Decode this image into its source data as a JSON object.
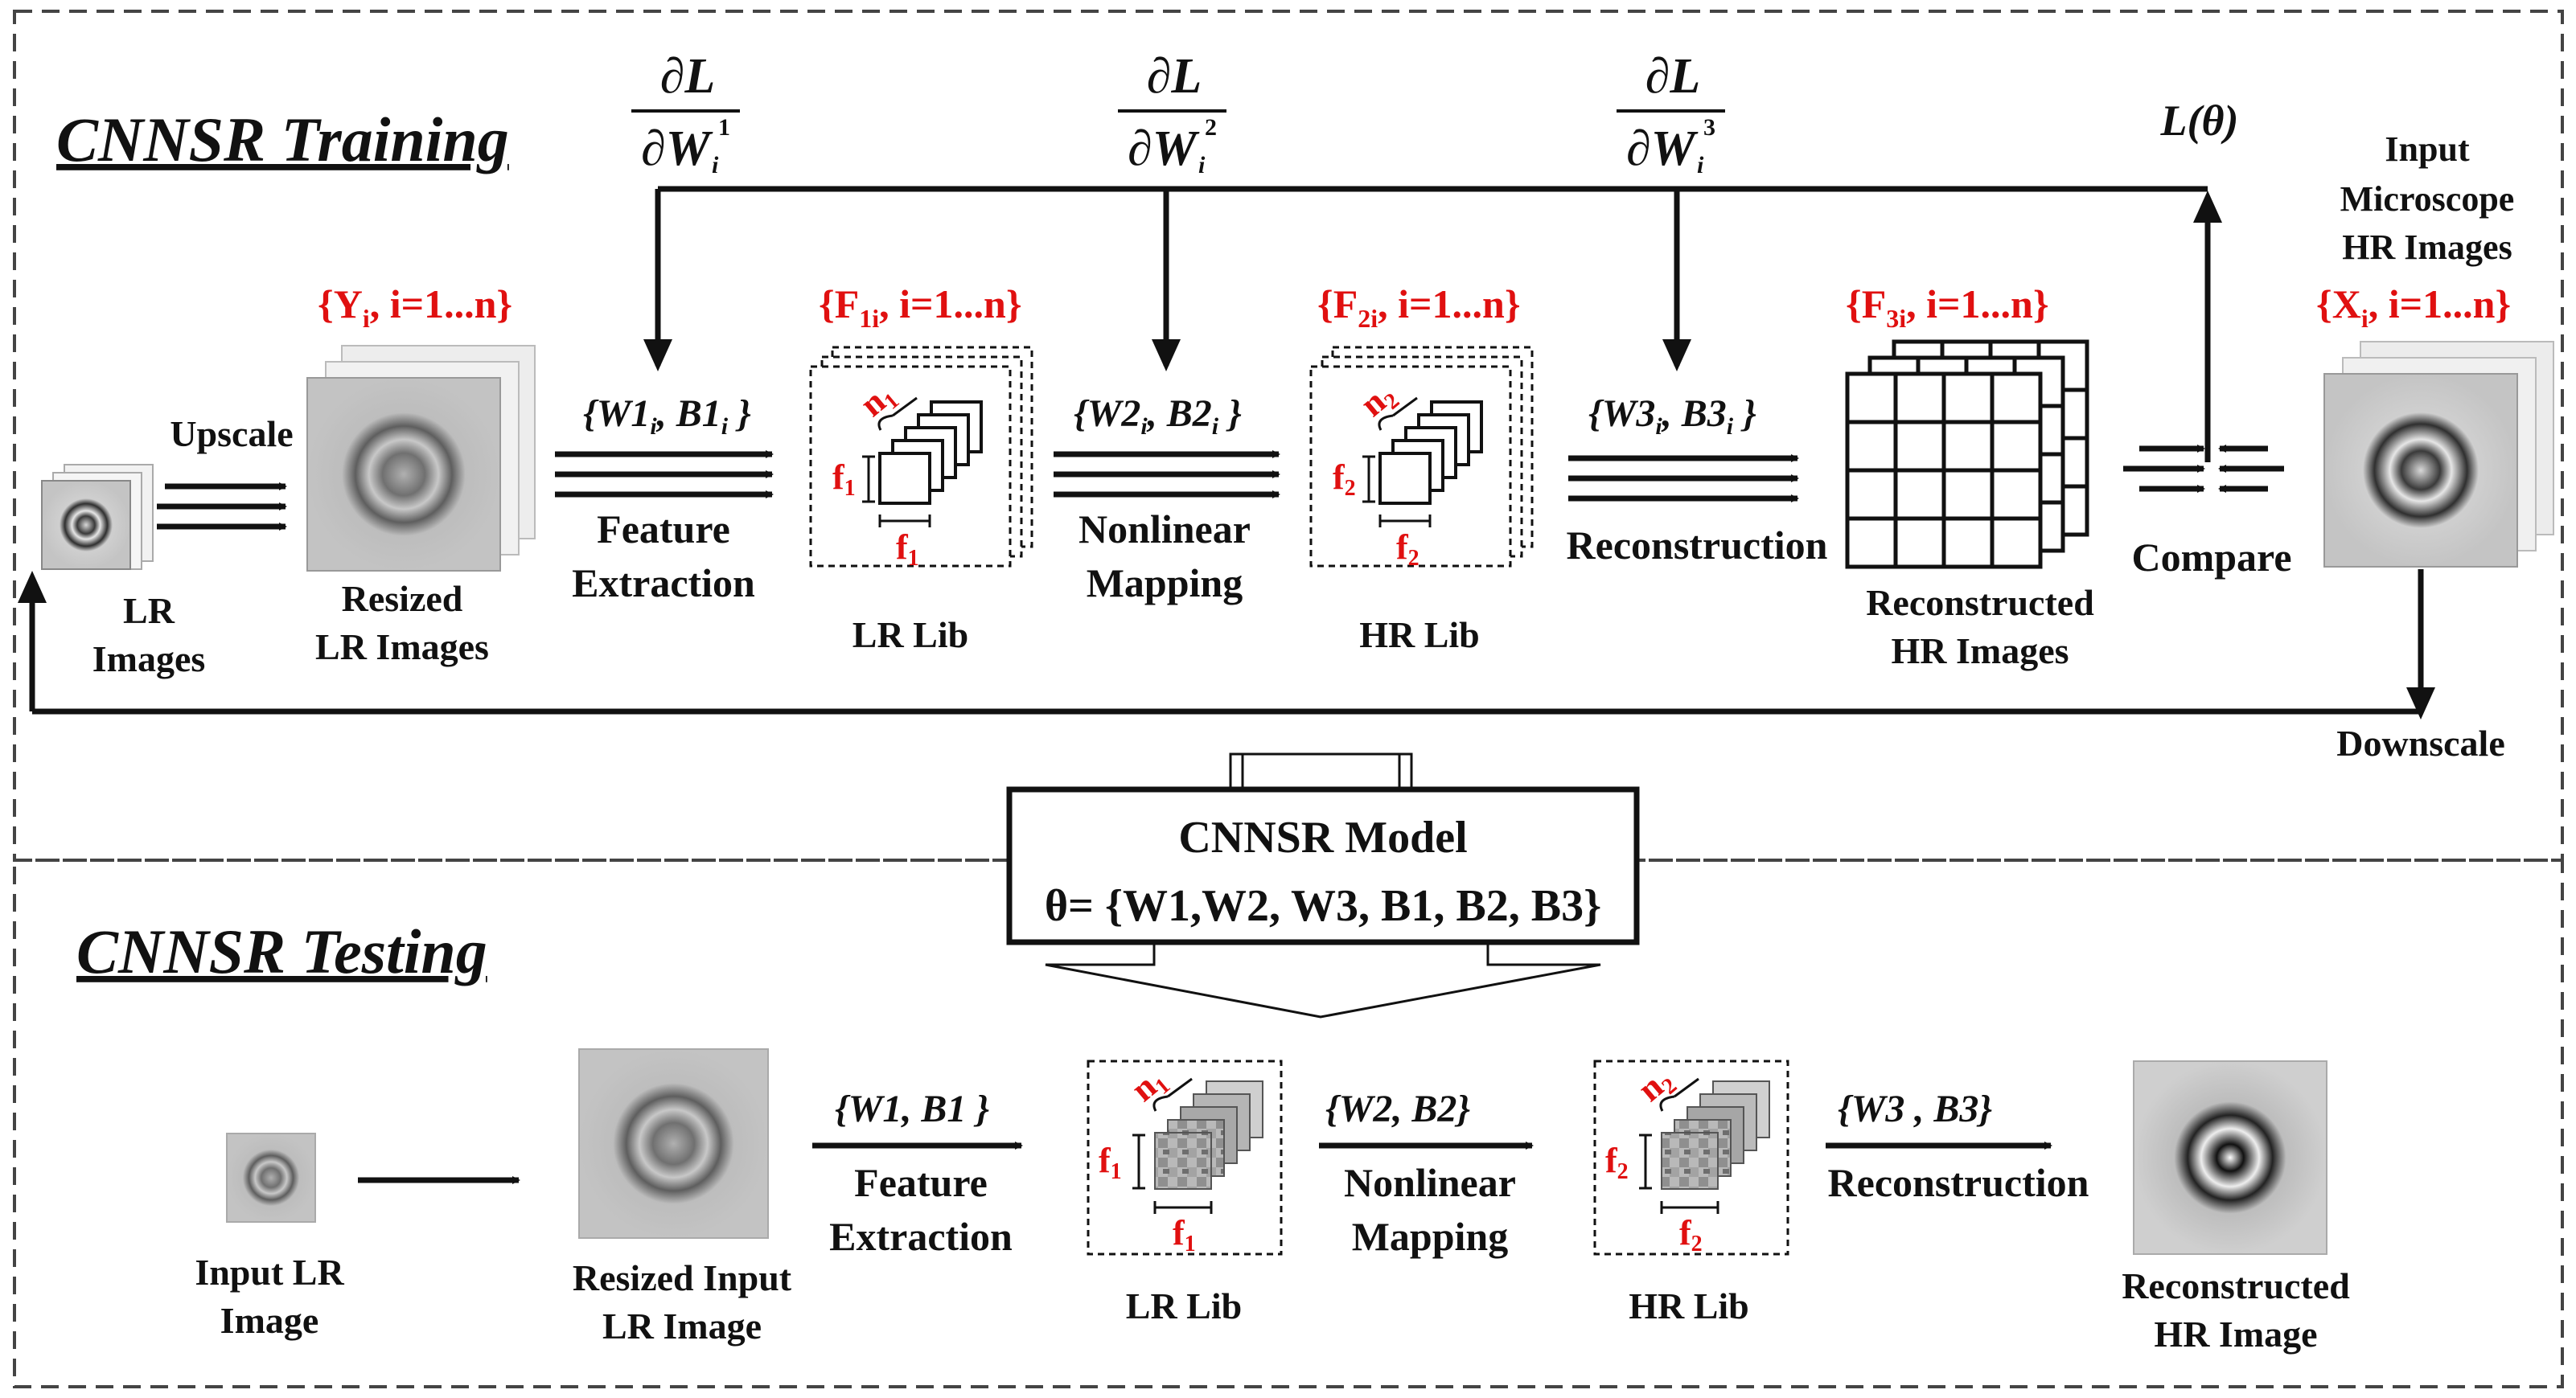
{
  "training": {
    "title": "CNNSR Training",
    "grad1_num": "∂L",
    "grad1_den": "∂W",
    "grad1_sup": "1",
    "grad1_sub": "i",
    "grad2_num": "∂L",
    "grad2_den": "∂W",
    "grad2_sup": "2",
    "grad2_sub": "i",
    "grad3_num": "∂L",
    "grad3_den": "∂W",
    "grad3_sup": "3",
    "grad3_sub": "i",
    "loss": "L(θ)",
    "set_y": "{Y",
    "set_y_sub": "i",
    "set_y_rest": ", i=1...n}",
    "set_f1": "{F",
    "set_f1_sub": "1i",
    "set_f1_rest": ", i=1...n}",
    "set_f2": "{F",
    "set_f2_sub": "2i",
    "set_f2_rest": ", i=1...n}",
    "set_f3": "{F",
    "set_f3_sub": "3i",
    "set_f3_rest": ", i=1...n}",
    "set_x": "{X",
    "set_x_sub": "i",
    "set_x_rest": ", i=1...n}",
    "input_hr_1": "Input",
    "input_hr_2": "Microscope",
    "input_hr_3": "HR Images",
    "upscale": "Upscale",
    "lr_images_1": "LR",
    "lr_images_2": "Images",
    "resized_lr_1": "Resized",
    "resized_lr_2": "LR Images",
    "w1": "{W1",
    "w1_sub": "i",
    "w1_mid": ", B1",
    "w1_sub2": "i",
    "w1_end": " }",
    "w2": "{W2",
    "w2_sub": "i",
    "w2_mid": ", B2",
    "w2_sub2": "i",
    "w2_end": " }",
    "w3": "{W3",
    "w3_sub": "i",
    "w3_mid": ", B3",
    "w3_sub2": "i",
    "w3_end": " }",
    "feature_1": "Feature",
    "feature_2": "Extraction",
    "nonlinear_1": "Nonlinear",
    "nonlinear_2": "Mapping",
    "reconstruction": "Reconstruction",
    "lr_lib": "LR Lib",
    "hr_lib": "HR Lib",
    "recon_hr_1": "Reconstructed",
    "recon_hr_2": "HR Images",
    "compare": "Compare",
    "downscale": "Downscale",
    "n1": "n",
    "n1_sub": "1",
    "n2": "n",
    "n2_sub": "2",
    "f1": "f",
    "f1_sub": "1",
    "f2": "f",
    "f2_sub": "2"
  },
  "model": {
    "title": "CNNSR Model",
    "params": "θ= {W1,W2, W3, B1, B2, B3}"
  },
  "testing": {
    "title": "CNNSR Testing",
    "input_lr_1": "Input LR",
    "input_lr_2": "Image",
    "resized_1": "Resized Input",
    "resized_2": "LR Image",
    "w1": "{W1, B1 }",
    "w2": "{W2, B2}",
    "w3": "{W3 , B3}",
    "feature_1": "Feature",
    "feature_2": "Extraction",
    "nonlinear_1": "Nonlinear",
    "nonlinear_2": "Mapping",
    "reconstruction": "Reconstruction",
    "lr_lib": "LR Lib",
    "hr_lib": "HR Lib",
    "recon_1": "Reconstructed",
    "recon_2": "HR Image"
  },
  "colors": {
    "accent_red": "#e01010",
    "stroke": "#111111",
    "image_gray": "#c8c8c8"
  }
}
